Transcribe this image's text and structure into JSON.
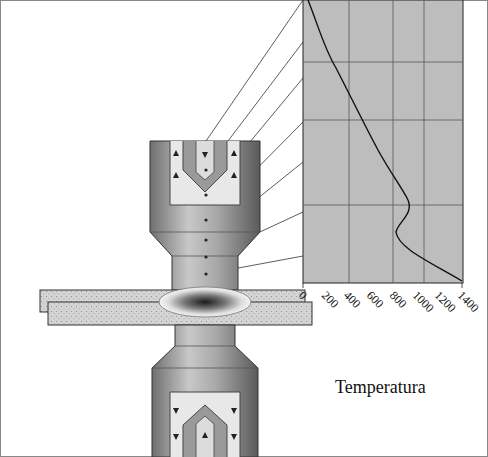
{
  "diagram": {
    "labels": [
      "0",
      "200",
      "400",
      "600",
      "800",
      "1000",
      "1200",
      "1400",
      "Temperatura"
    ]
  }
}
